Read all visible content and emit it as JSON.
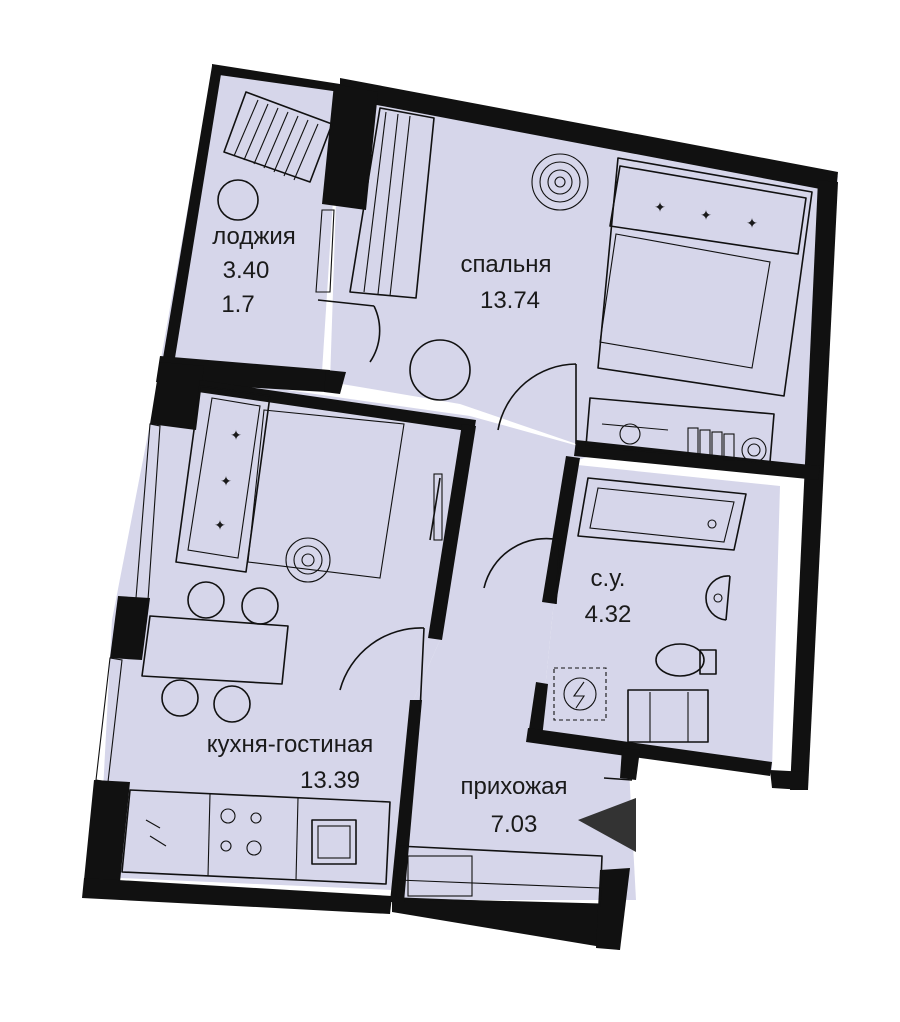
{
  "colors": {
    "floor": "#d6d6ea",
    "wall": "#111111",
    "line": "#111111",
    "entrance": "#333333"
  },
  "rooms": [
    {
      "id": "loggia",
      "name": "лоджия",
      "area": "3.40",
      "extra": "1.7"
    },
    {
      "id": "bedroom",
      "name": "спальня",
      "area": "13.74"
    },
    {
      "id": "kitchen_living",
      "name": "кухня-гостиная",
      "area": "13.39"
    },
    {
      "id": "bathroom",
      "name": "с.у.",
      "area": "4.32"
    },
    {
      "id": "hallway",
      "name": "прихожая",
      "area": "7.03"
    }
  ],
  "icons": [
    "entrance-arrow-icon",
    "plant-icon",
    "electrical-panel-icon"
  ]
}
